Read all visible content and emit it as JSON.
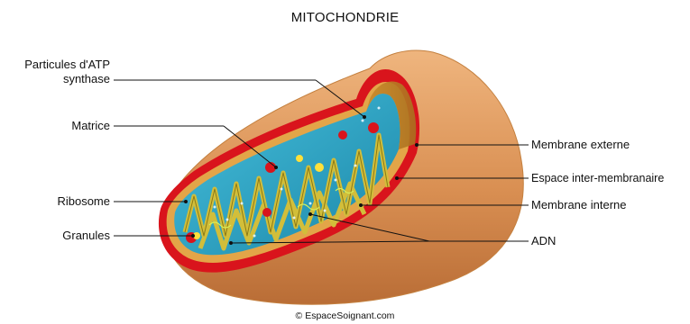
{
  "diagram": {
    "title": "MITOCHONDRIE",
    "labels": {
      "atp_synthase_line1": "Particules d'ATP",
      "atp_synthase_line2": "synthase",
      "matrice": "Matrice",
      "ribosome": "Ribosome",
      "granules": "Granules",
      "membrane_externe": "Membrane externe",
      "espace_inter_membranaire": "Espace inter-membranaire",
      "membrane_interne": "Membrane interne",
      "adn": "ADN"
    },
    "copyright": "© EspaceSoignant.com"
  },
  "colors": {
    "outer_membrane": "#d8955a",
    "red_rim": "#d9141c",
    "inner_membrane": "#d9a13a",
    "matrix": "#2fa8c8",
    "cristae": "#d2be3a",
    "leader_line": "#111111"
  }
}
